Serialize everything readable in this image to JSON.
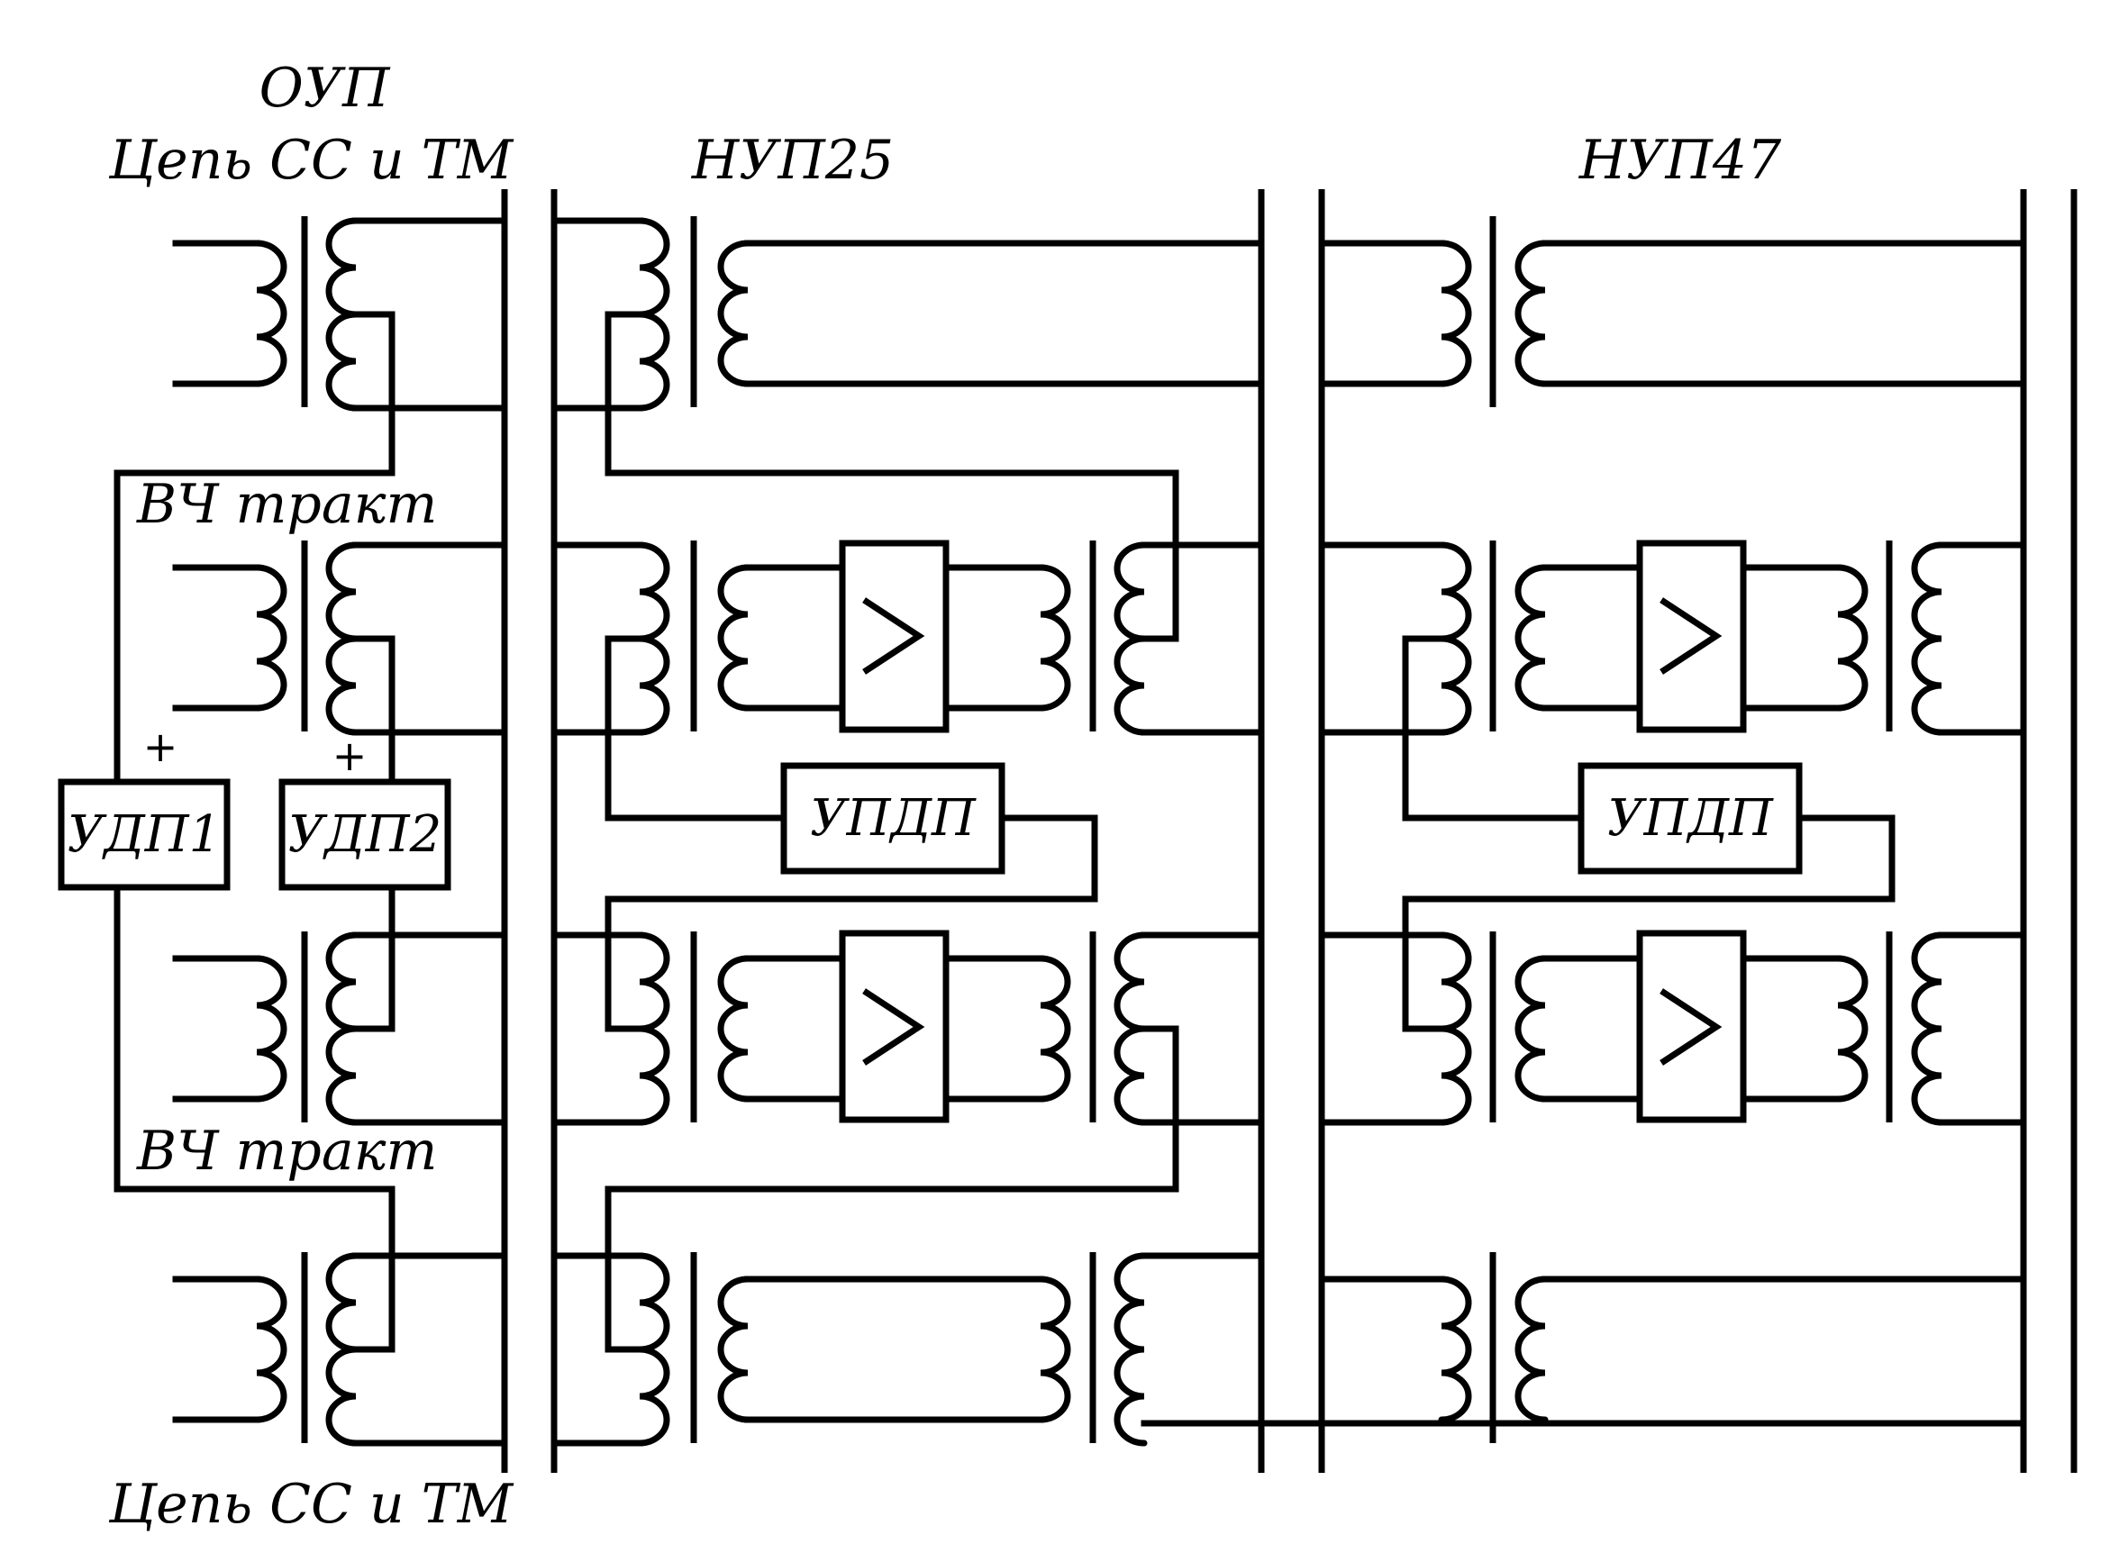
{
  "labels": {
    "oup": "ОУП",
    "chain_top": "Цепь СС и ТМ",
    "nup25": "НУП25",
    "nup47": "НУП47",
    "vch_1": "ВЧ тракт",
    "vch_2": "ВЧ тракт",
    "chain_bottom": "Цепь СС и ТМ"
  },
  "boxes": {
    "udp1": "УДП1",
    "udp2": "УДП2",
    "updp_1": "УПДП",
    "updp_2": "УПДП"
  },
  "signs": {
    "plus_1": "+",
    "plus_2": "+"
  },
  "amplifier_symbol": ">"
}
